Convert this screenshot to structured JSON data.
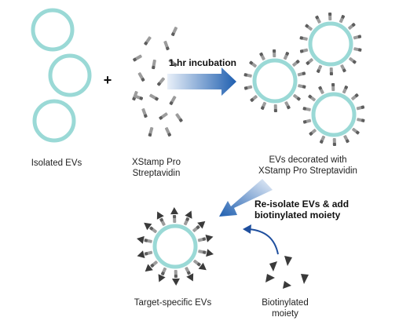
{
  "labels": {
    "isolated_evs": "Isolated EVs",
    "xstamp_line1": "XStamp Pro",
    "xstamp_line2": "Streptavidin",
    "incubation": "1 hr incubation",
    "decorated_line1": "EVs decorated with",
    "decorated_line2": "XStamp Pro Streptavidin",
    "reisolate_line1": "Re-isolate EVs & add",
    "reisolate_line2": "biotinylated moiety",
    "target_specific": "Target-specific EVs",
    "biotinylated_line1": "Biotinylated",
    "biotinylated_line2": "moiety",
    "plus": "+"
  },
  "colors": {
    "membrane": "#9ad9d6",
    "stamp": "#9c9c9c",
    "stamp_dark": "#5d5d5d",
    "moiety": "#3a3a3a",
    "arrow_start": "#e6eef8",
    "arrow_end": "#1f5fb0",
    "curve_arrow": "#1f4f9e"
  },
  "icons": {
    "ev": "circle-outline",
    "stamp": "tilted-rectangle",
    "moiety": "triangle"
  }
}
